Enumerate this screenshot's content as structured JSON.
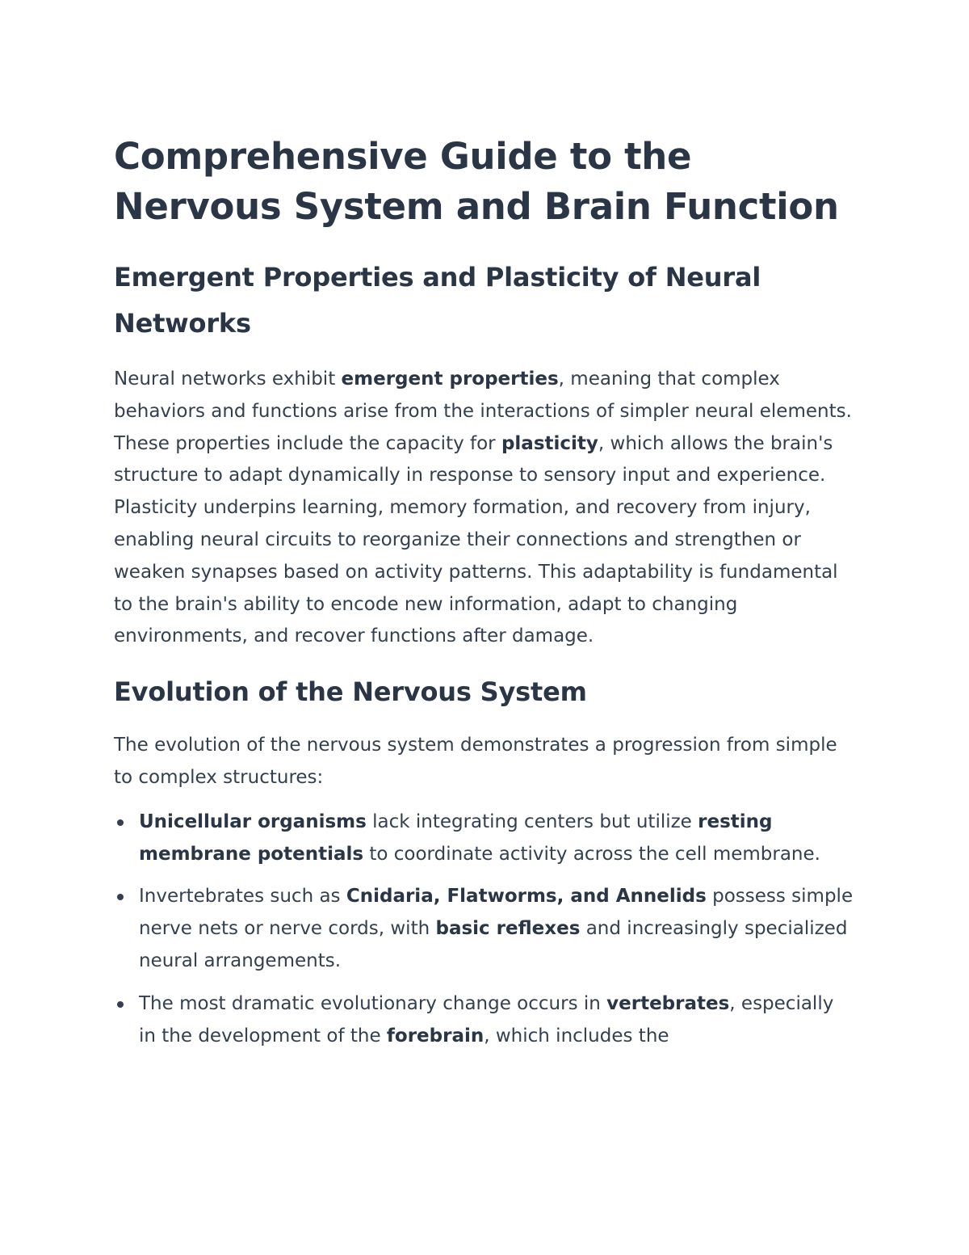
{
  "document": {
    "title": "Comprehensive Guide to the Nervous System and Brain Function",
    "sections": [
      {
        "heading": "Emergent Properties and Plasticity of Neural Networks",
        "paragraph": {
          "t1": "Neural networks exhibit ",
          "b1": "emergent properties",
          "t2": ", meaning that complex behaviors and functions arise from the interactions of simpler neural elements. These properties include the capacity for ",
          "b2": "plasticity",
          "t3": ", which allows the brain's structure to adapt dynamically in response to sensory input and experience. Plasticity underpins learning, memory formation, and recovery from injury, enabling neural circuits to reorganize their connections and strengthen or weaken synapses based on activity patterns. This adaptability is fundamental to the brain's ability to encode new information, adapt to changing environments, and recover functions after damage."
        }
      },
      {
        "heading": "Evolution of the Nervous System",
        "intro": "The evolution of the nervous system demonstrates a progression from simple to complex structures:",
        "bullets": [
          {
            "b1": "Unicellular organisms",
            "t1": " lack integrating centers but utilize ",
            "b2": "resting membrane potentials",
            "t2": " to coordinate activity across the cell membrane."
          },
          {
            "t0": "Invertebrates such as ",
            "b1": "Cnidaria, Flatworms, and Annelids",
            "t1": " possess simple nerve nets or nerve cords, with ",
            "b2": "basic reflexes",
            "t2": " and increasingly specialized neural arrangements."
          },
          {
            "t0": "The most dramatic evolutionary change occurs in ",
            "b1": "vertebrates",
            "t1": ", especially in the development of the ",
            "b2": "forebrain",
            "t2": ", which includes the"
          }
        ]
      }
    ]
  }
}
